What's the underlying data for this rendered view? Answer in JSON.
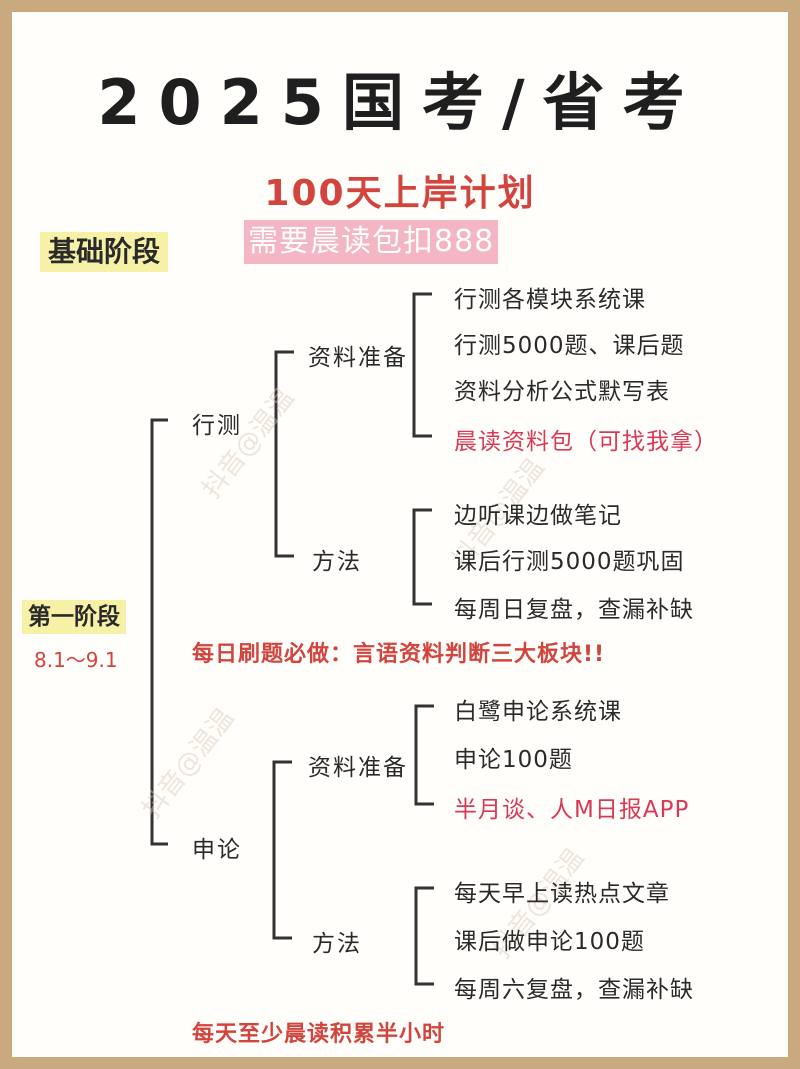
{
  "title": "2025国考/省考",
  "subtitle": "100天上岸计划",
  "banner": "需要晨读包扣888",
  "stage_label": "基础阶段",
  "phase": {
    "label": "第一阶段",
    "dates": "8.1～9.1"
  },
  "branches": {
    "xingce": {
      "label": "行测",
      "ziliao": {
        "label": "资料准备",
        "items": [
          "行测各模块系统课",
          "行测5000题、课后题",
          "资料分析公式默写表",
          "晨读资料包（可找我拿）"
        ]
      },
      "fangfa": {
        "label": "方法",
        "items": [
          "边听课边做笔记",
          "课后行测5000题巩固",
          "每周日复盘，查漏补缺"
        ]
      }
    },
    "shenlun": {
      "label": "申论",
      "ziliao": {
        "label": "资料准备",
        "items": [
          "白鹭申论系统课",
          "申论100题",
          "半月谈、人M日报APP"
        ]
      },
      "fangfa": {
        "label": "方法",
        "items": [
          "每天早上读热点文章",
          "课后做申论100题",
          "每周六复盘，查漏补缺"
        ]
      }
    }
  },
  "notes": {
    "daily": "每日刷题必做：言语资料判断三大板块!!",
    "morning": "每天至少晨读积累半小时"
  },
  "watermark": "抖音@温温",
  "colors": {
    "accent_red": "#d2453f",
    "pink": "#f3b6c2",
    "yellow": "#f6f1a6",
    "frame": "#c9aa7e"
  }
}
